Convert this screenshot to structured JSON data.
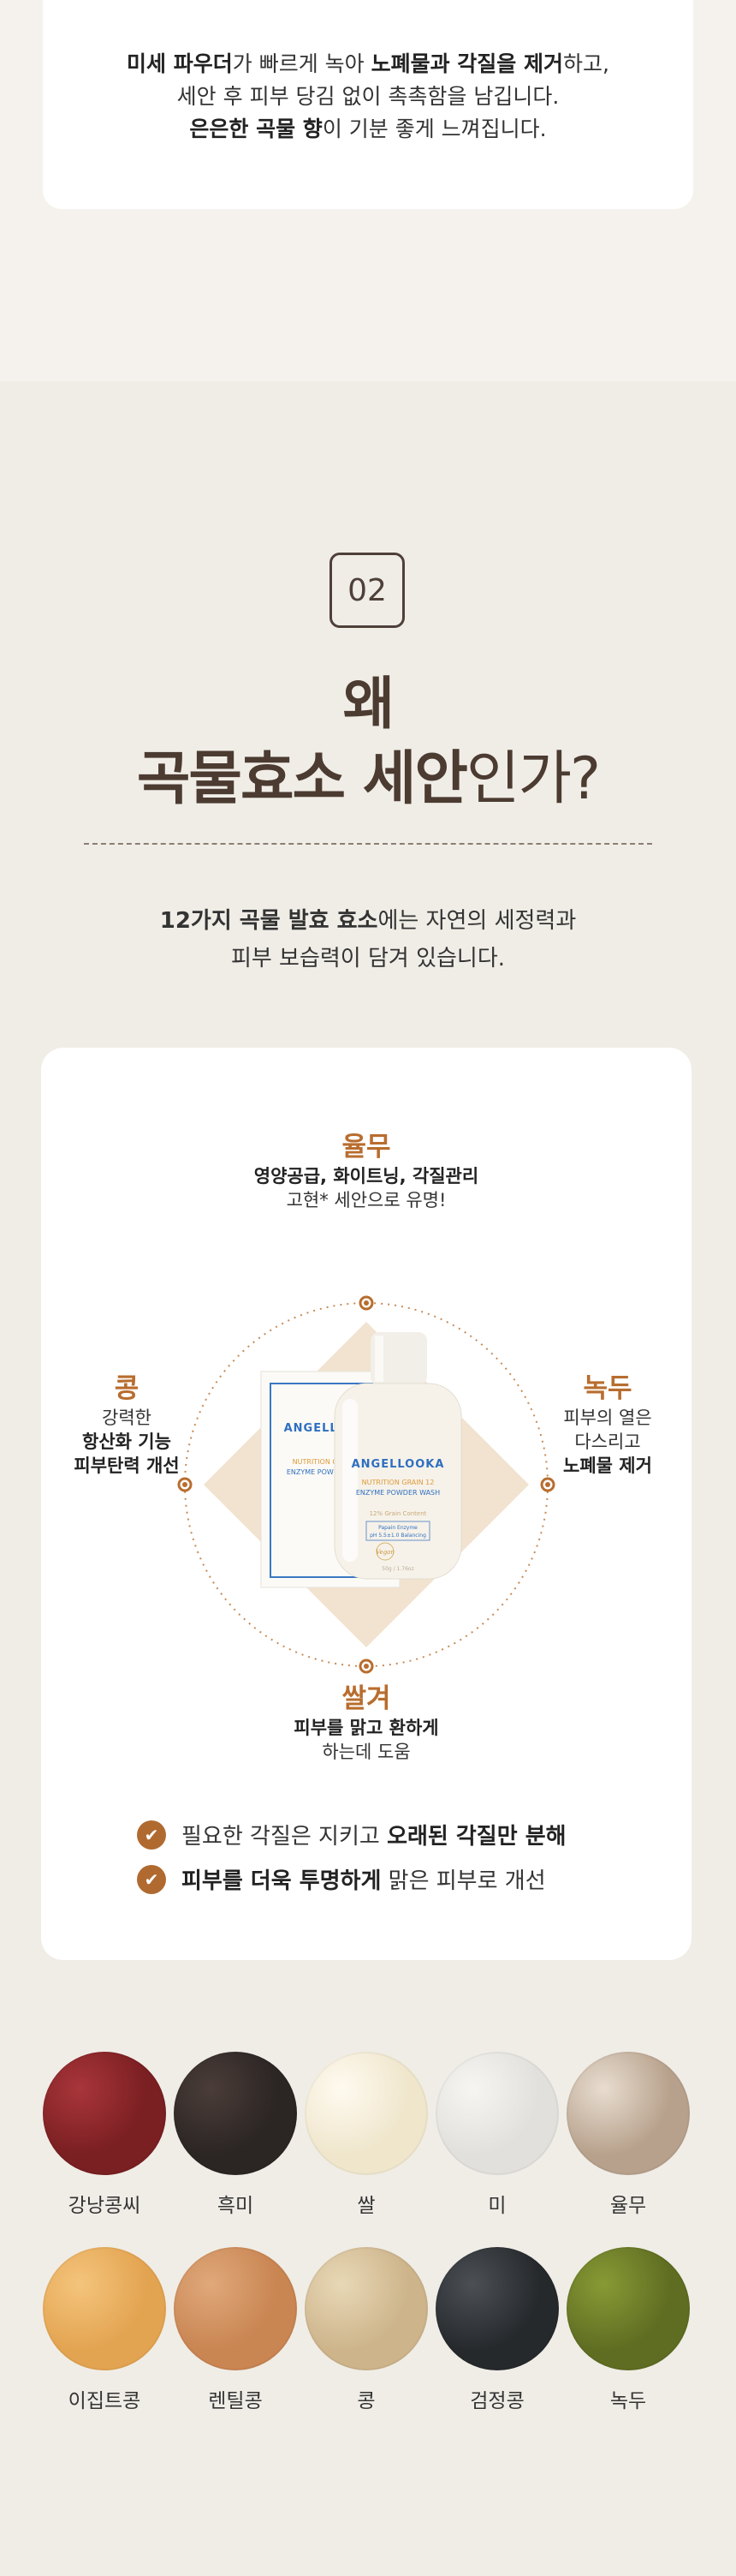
{
  "top": {
    "lines": [
      [
        {
          "t": "미세 파우더",
          "b": true
        },
        {
          "t": "가 빠르게 녹아 ",
          "b": false
        },
        {
          "t": "노폐물과 각질을 제거",
          "b": true
        },
        {
          "t": "하고,",
          "b": false
        }
      ],
      [
        {
          "t": "세안 후 피부 당김 없이 촉촉함을 남깁니다.",
          "b": false
        }
      ],
      [
        {
          "t": "은은한 곡물 향",
          "b": true
        },
        {
          "t": "이 기분 좋게 느껴집니다.",
          "b": false
        }
      ]
    ]
  },
  "section": {
    "number": "02",
    "heading_line1": "왜",
    "heading_bold": "곡물효소 세안",
    "heading_thin": "인가?",
    "intro": [
      [
        {
          "t": "12가지 곡물 발효 효소",
          "b": true
        },
        {
          "t": "에는 자연의 세정력과",
          "b": false
        }
      ],
      [
        {
          "t": "피부 보습력이 담겨 있습니다.",
          "b": false
        }
      ]
    ]
  },
  "benefits": {
    "top": {
      "title": "율무",
      "lines": [
        [
          {
            "t": "영양공급, 화이트닝, 각질관리",
            "b": true
          }
        ],
        [
          {
            "t": "고현* 세안으로 유명!",
            "b": false
          }
        ]
      ]
    },
    "left": {
      "title": "콩",
      "lines": [
        [
          {
            "t": "강력한",
            "b": false
          }
        ],
        [
          {
            "t": "항산화 기능",
            "b": true
          }
        ],
        [
          {
            "t": "피부탄력 개선",
            "b": true
          }
        ]
      ]
    },
    "right": {
      "title": "녹두",
      "lines": [
        [
          {
            "t": "피부의 열은",
            "b": false
          }
        ],
        [
          {
            "t": "다스리고",
            "b": false
          }
        ],
        [
          {
            "t": "노폐물 제거",
            "b": true
          }
        ]
      ]
    },
    "bottom": {
      "title": "쌀겨",
      "lines": [
        [
          {
            "t": "피부를 맑고 환하게",
            "b": true
          }
        ],
        [
          {
            "t": "하는데 도움",
            "b": false
          }
        ]
      ]
    }
  },
  "product": {
    "box_brand": "ANGELLOOKA",
    "box_line1": "NUTRITION GRAIN 12",
    "box_line2": "ENZYME POWDER WASH",
    "brand": "ANGELLOOKA",
    "line1": "NUTRITION GRAIN 12",
    "line2": "ENZYME POWDER WASH",
    "spec": "12% Grain Content",
    "enzyme": "Papain Enzyme",
    "ph": "pH 5.5±1.0 Balancing",
    "vegan": "Vegan",
    "volume": "50g / 1.76oz"
  },
  "checks": [
    [
      {
        "t": "필요한 각질은 지키고 ",
        "b": false
      },
      {
        "t": "오래된 각질만 분해",
        "b": true
      }
    ],
    [
      {
        "t": "피부를 더욱 투명하게",
        "b": true
      },
      {
        "t": " 맑은 피부로 개선",
        "b": false
      }
    ]
  ],
  "grains": [
    {
      "name": "강낭콩씨",
      "color": "#7a1f22",
      "color2": "#a8353a"
    },
    {
      "name": "흑미",
      "color": "#2b2524",
      "color2": "#4b3d38"
    },
    {
      "name": "쌀",
      "color": "#efe6cc",
      "color2": "#fffaf0"
    },
    {
      "name": "미",
      "color": "#e2e0dc",
      "color2": "#f6f5f2"
    },
    {
      "name": "율무",
      "color": "#b7a18c",
      "color2": "#e8ddd0"
    },
    {
      "name": "이집트콩",
      "color": "#e3a451",
      "color2": "#f4c47c"
    },
    {
      "name": "렌틸콩",
      "color": "#c98552",
      "color2": "#e0a87a"
    },
    {
      "name": "콩",
      "color": "#cdb48b",
      "color2": "#e8d8b6"
    },
    {
      "name": "검정콩",
      "color": "#26292c",
      "color2": "#4b5055"
    },
    {
      "name": "녹두",
      "color": "#5f6d22",
      "color2": "#879a35"
    }
  ]
}
